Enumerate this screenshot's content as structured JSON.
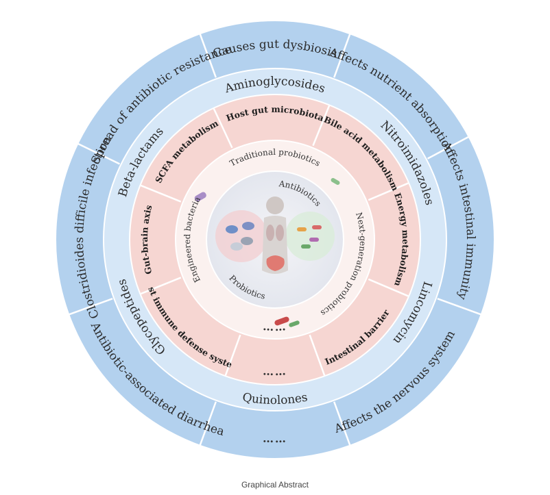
{
  "outer_ring": [
    {
      "text": "Causes gut dysbiosis",
      "mid": 0,
      "flip": false
    },
    {
      "text": "Affects nutrient absorption",
      "mid": 40,
      "flip": false
    },
    {
      "text": "Affects intestinal immunity",
      "mid": 84,
      "flip": false
    },
    {
      "text": "Affects the nervous system",
      "mid": 140,
      "flip": true
    },
    {
      "text": "……",
      "mid": 180,
      "flip": true
    },
    {
      "text": "Antibiotic-associated diarrhea",
      "mid": 220,
      "flip": true
    },
    {
      "text": "Clostridioides difficile infection",
      "mid": 274,
      "flip": false
    },
    {
      "text": "Spread of antibiotic resistance",
      "mid": 320,
      "flip": false
    }
  ],
  "drug_ring": [
    {
      "text": "Aminoglycosides",
      "mid": 0,
      "flip": false
    },
    {
      "text": "Nitroimidazoles",
      "mid": 60,
      "flip": false
    },
    {
      "text": "Lincomycin",
      "mid": 118,
      "flip": false
    },
    {
      "text": "Quinolones",
      "mid": 180,
      "flip": true
    },
    {
      "text": "Glycopeptides",
      "mid": 240,
      "flip": false
    },
    {
      "text": "Beta-lactams",
      "mid": 300,
      "flip": false
    }
  ],
  "microbiota_ring": [
    {
      "text": "Host gut microbiota",
      "mid": 0,
      "flip": false
    },
    {
      "text": "Bile acid metabolism",
      "mid": 45,
      "flip": false
    },
    {
      "text": "Energy metabolism",
      "mid": 90,
      "flip": false
    },
    {
      "text": "Intestinal barrier",
      "mid": 140,
      "flip": true
    },
    {
      "text": "……",
      "mid": 180,
      "flip": true
    },
    {
      "text": "Host immune defense system",
      "mid": 225,
      "flip": true
    },
    {
      "text": "Gut-brain axis",
      "mid": 270,
      "flip": false
    },
    {
      "text": "SCFA metabolism",
      "mid": 315,
      "flip": false
    }
  ],
  "probiotic_ring": [
    {
      "text": "Traditional probiotics",
      "mid": 0,
      "flip": false
    },
    {
      "text": "Next-generation probiotics",
      "mid": 110,
      "flip": false
    },
    {
      "text": "……",
      "mid": 180,
      "flip": true
    },
    {
      "text": "Engineered bacteria",
      "mid": 270,
      "flip": false
    }
  ],
  "center": {
    "antibiotics": "Antibiotics",
    "probiotics": "Probiotics"
  },
  "caption": "Graphical Abstract",
  "colors": {
    "outer": "#b3d1ee",
    "drug": "#d6e7f7",
    "micro": "#f6d6d2",
    "probio": "#fbf1ef",
    "center": "#eceef3",
    "dividers": "#ffffff"
  }
}
